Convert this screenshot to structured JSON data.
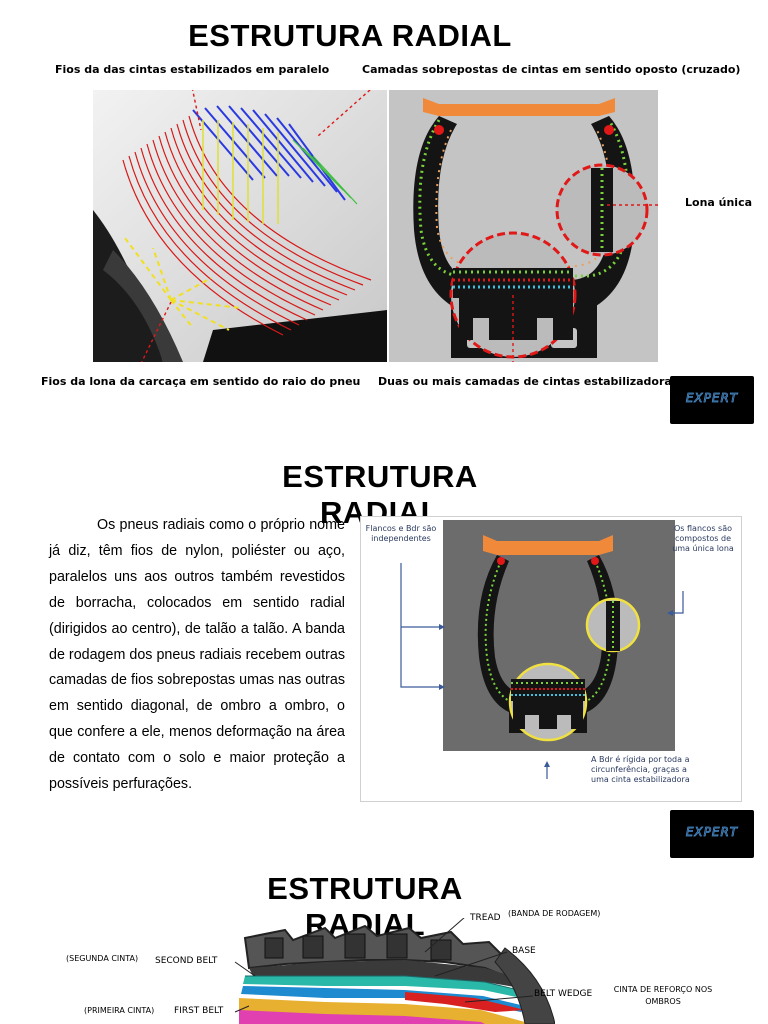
{
  "slide1": {
    "title": "ESTRUTURA RADIAL",
    "cap_parallel": "Fios da das cintas estabilizados em paralelo",
    "cap_crossed": "Camadas sobrepostas de cintas em sentido oposto (cruzado)",
    "cap_lona_unica": "Lona única",
    "cap_carcass": "Fios da lona da carcaça em sentido do raio do pneu",
    "cap_belts": "Duas ou mais camadas de cintas estabilizadoras",
    "logo": "EXPERT"
  },
  "slide2": {
    "title": "ESTRUTURA RADIAL",
    "paragraph": "Os pneus radiais como o próprio nome já diz, têm fios de nylon, poliéster ou  aço, paralelos uns aos outros também revestidos de borracha, colocados  em sentido radial (dirigidos ao centro), de talão a talão. A banda de  rodagem dos pneus radiais recebem outras camadas de fios sobrepostas  umas nas outras em sentido diagonal, de ombro a ombro, o que confere a ele, menos deformação na área de contato com o solo e maior proteção a  possíveis perfurações.",
    "label_flancos_bdr": "Flancos e Bdr são independentes",
    "label_flancos_lona": "Os flancos são compostos de uma única lona",
    "label_bdr_rigida": "A Bdr é rígida por toda a circunferência, graças a uma cinta estabilizadora",
    "logo": "EXPERT"
  },
  "slide3": {
    "title": "ESTRUTURA RADIAL",
    "tread": "TREAD",
    "tread_pt": "(BANDA DE RODAGEM)",
    "base": "BASE",
    "second_belt": "SECOND BELT",
    "second_belt_pt": "(SEGUNDA CINTA)",
    "belt_wedge": "BELT WEDGE",
    "belt_wedge_pt": "CINTA DE REFORÇO NOS OMBROS",
    "first_belt": "FIRST BELT",
    "first_belt_pt": "(PRIMEIRA CINTA)"
  },
  "colors": {
    "accent_red": "#e01818",
    "tire_gray": "#b8b8b8",
    "bead_orange": "#f08a3a",
    "cord_green": "#7ad23a",
    "highlight_yellow": "#f0e040",
    "logo_blue": "#4a90d0"
  }
}
